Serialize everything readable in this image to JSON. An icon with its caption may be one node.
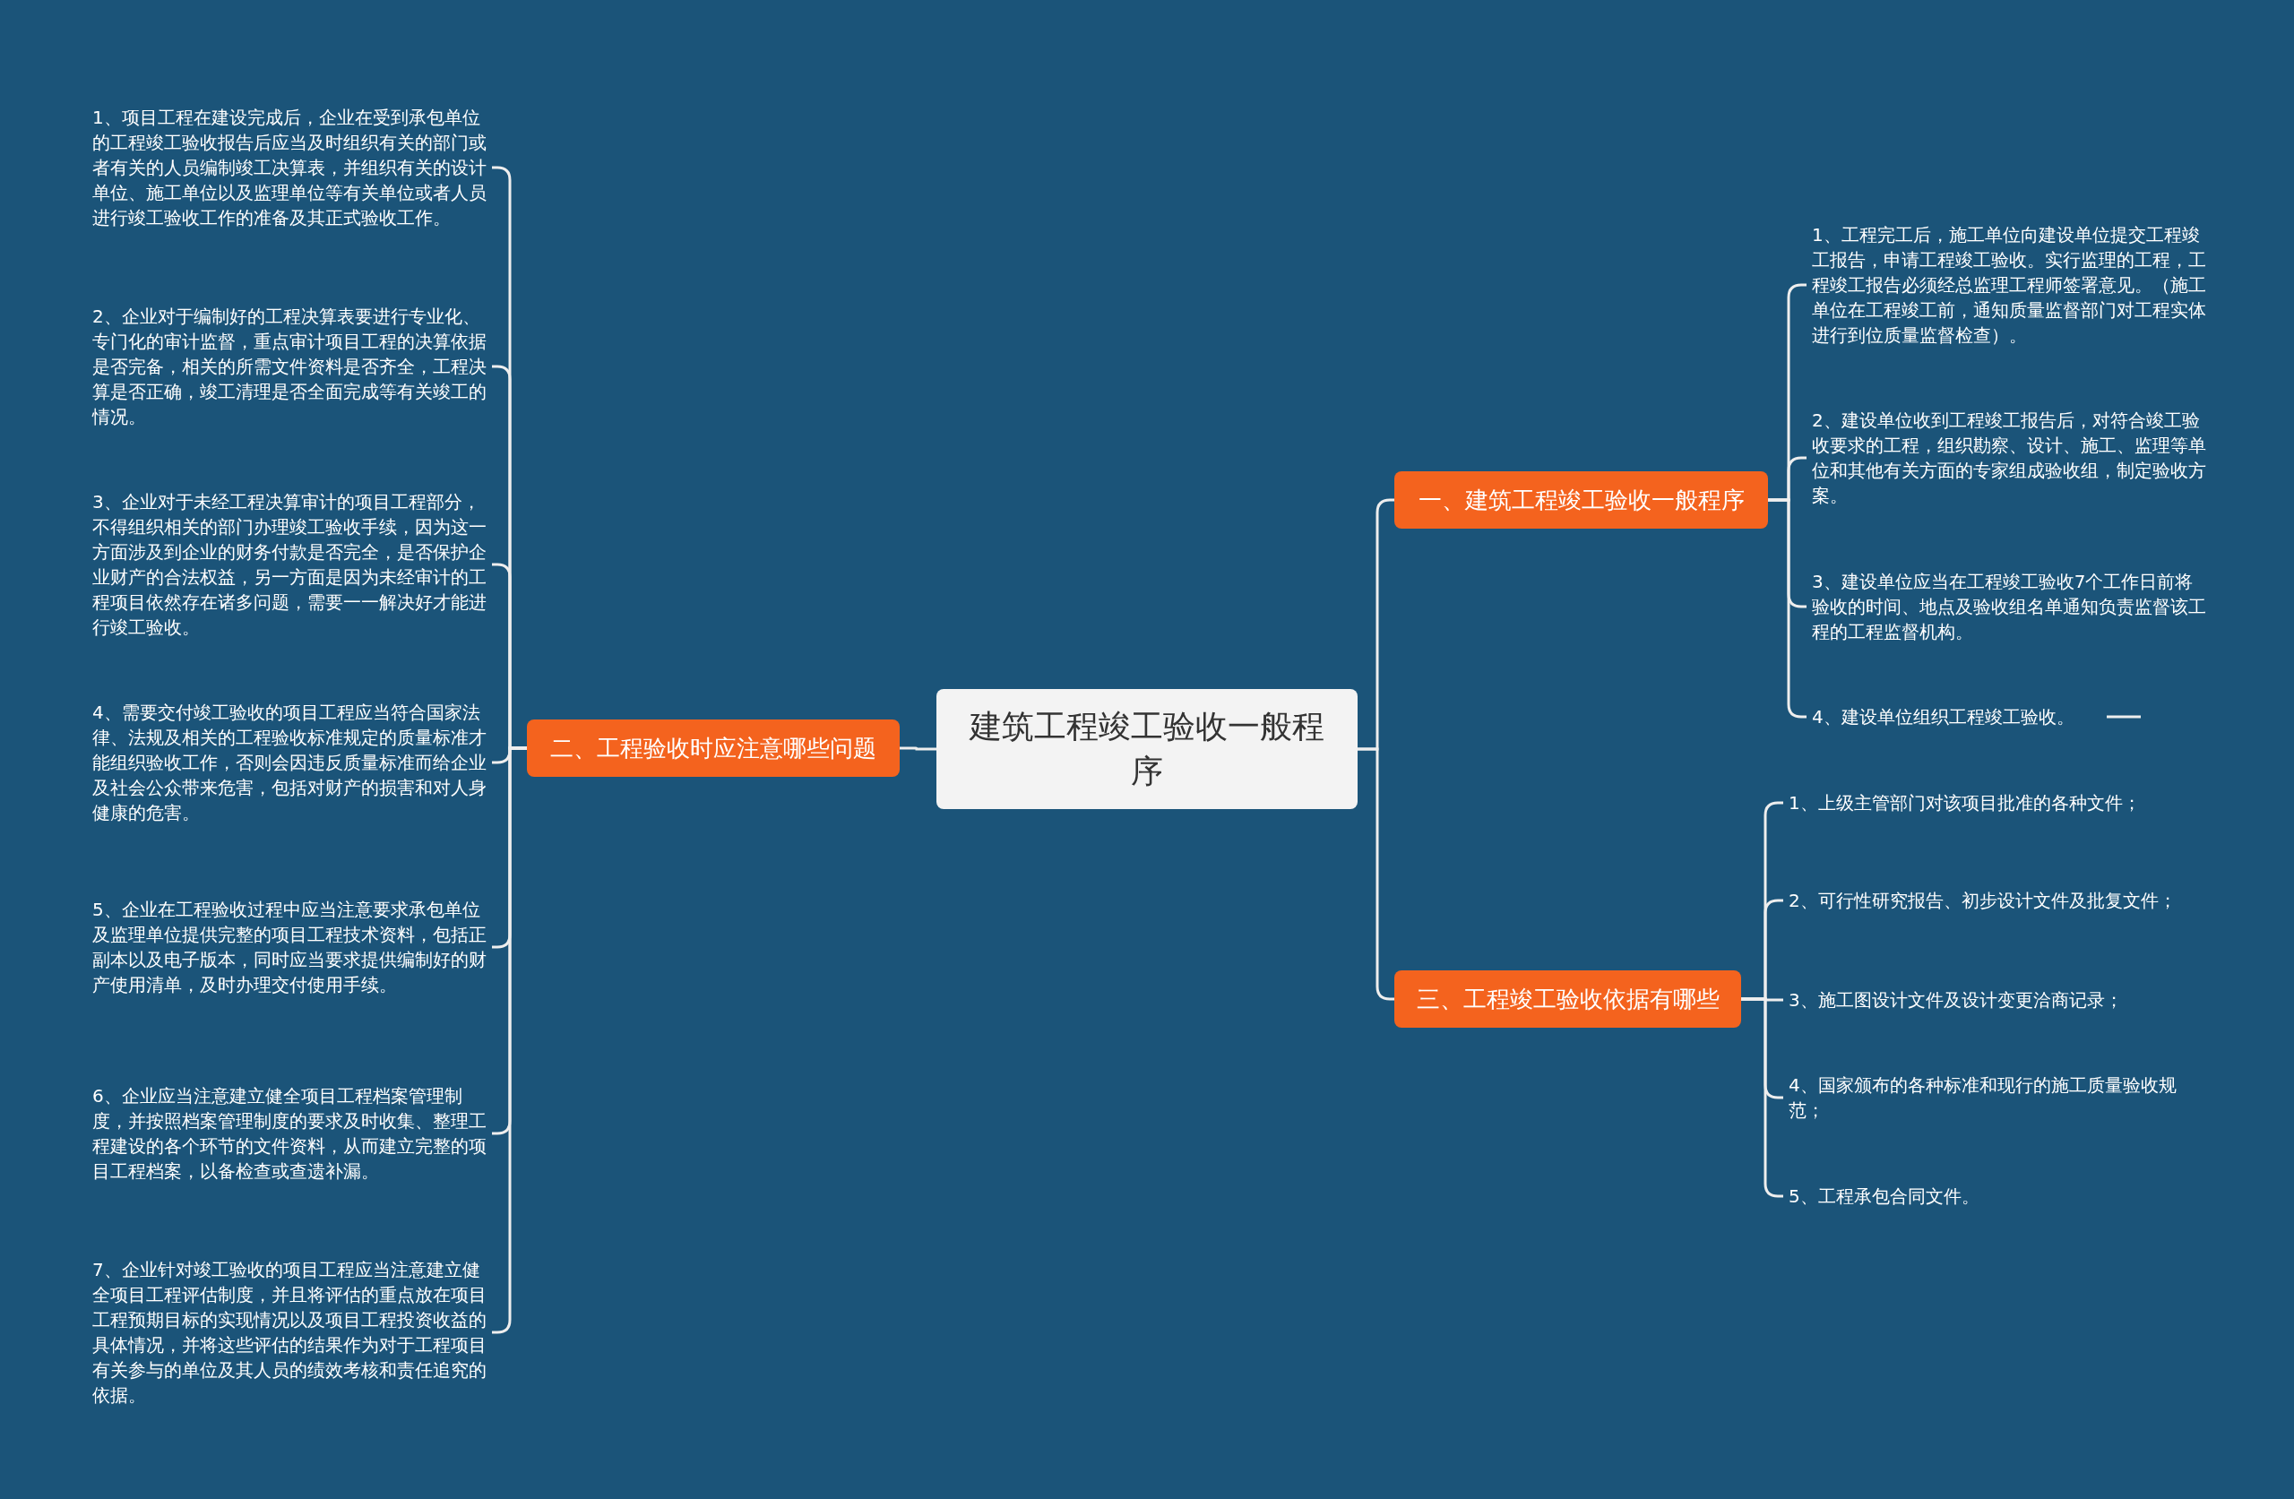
{
  "diagram": {
    "nodes": [
      {
        "text": [
          "建筑工程竣工验收一般程序"
        ]
      },
      {
        "text": [
          "一、建筑工程竣工验收一般程序"
        ]
      },
      {
        "text": [
          "1、工程完工后，施工单位向建设单位提交工程竣工报告，申请工程竣工验收。实行监理的工程，工程竣工报告必须经总监理工程师签署意见。（施工单位在工程竣工前，通知质量监督部门对工程实体进行到位质量监督检查）。"
        ]
      },
      {
        "text": [
          "2、建设单位收到工程竣工报告后，对符合竣工验收要求的工程，组织勘察、设计、施工、监理等单位和其他有关方面的专家组成验收组，制定验收方案。"
        ]
      },
      {
        "text": [
          "3、建设单位应当在工程竣工验收7个工作日前将验收的时间、地点及验收组名单通知负责监督该工程的工程监督机构。"
        ]
      },
      {
        "text": [
          "4、建设单位组织工程竣工验收。"
        ]
      },
      {
        "text": [
          "二、工程验收时应注意哪些问题"
        ]
      },
      {
        "text": [
          "1、项目工程在建设完成后，企业在受到承包单位的工程竣工验收报告后应当及时组织有关的部门或者有关的人员编制竣工决算表，并组织有关的设计单位、施工单位以及监理单位等有关单位或者人员进行竣工验收工作的准备及其正式验收工作。"
        ]
      },
      {
        "text": [
          "2、企业对于编制好的工程决算表要进行专业化、专门化的审计监督，重点审计项目工程的决算依据是否完备，相关的所需文件资料是否齐全，工程决算是否正确，竣工清理是否全面完成等有关竣工的情况。"
        ]
      },
      {
        "text": [
          "3、企业对于未经工程决算审计的项目工程部分，不得组织相关的部门办理竣工验收手续，因为这一方面涉及到企业的财务付款是否完全，是否保护企业财产的合法权益，另一方面是因为未经审计的工程项目依然存在诸多问题，需要一一解决好才能进行竣工验收。"
        ]
      },
      {
        "text": [
          "4、需要交付竣工验收的项目工程应当符合国家法律、法规及相关的工程验收标准规定的质量标准才能组织验收工作，否则会因违反质量标准而给企业及社会公众带来危害，包括对财产的损害和对人身健康的危害。"
        ]
      },
      {
        "text": [
          "5、企业在工程验收过程中应当注意要求承包单位及监理单位提供完整的项目工程技术资料，包括正副本以及电子版本，同时应当要求提供编制好的财产使用清单，及时办理交付使用手续。"
        ]
      },
      {
        "text": [
          "6、企业应当注意建立健全项目工程档案管理制度，并按照档案管理制度的要求及时收集、整理工程建设的各个环节的文件资料，从而建立完整的项目工程档案，以备检查或查遗补漏。"
        ]
      },
      {
        "text": [
          "7、企业针对竣工验收的项目工程应当注意建立健全项目工程评估制度，并且将评估的重点放在项目工程预期目标的实现情况以及项目工程投资收益的具体情况，并将这些评估的结果作为对于工程项目有关参与的单位及其人员的绩效考核和责任追究的依据。"
        ]
      },
      {
        "text": [
          "三、工程竣工验收依据有哪些"
        ]
      },
      {
        "text": [
          "1、上级主管部门对该项目批准的各种文件；"
        ]
      },
      {
        "text": [
          "2、可行性研究报告、初步设计文件及批复文件；"
        ]
      },
      {
        "text": [
          "3、施工图设计文件及设计变更洽商记录；"
        ]
      },
      {
        "text": [
          "4、国家颁布的各种标准和现行的施工质量验收规范；"
        ]
      },
      {
        "text": [
          "5、工程承包合同文件。"
        ]
      }
    ],
    "edges": [
      {
        "from": 0,
        "to": 1,
        "arrow": "none"
      },
      {
        "from": 1,
        "to": 2,
        "arrow": "none"
      },
      {
        "from": 1,
        "to": 3,
        "arrow": "none"
      },
      {
        "from": 1,
        "to": 4,
        "arrow": "none"
      },
      {
        "from": 1,
        "to": 5,
        "arrow": "none"
      },
      {
        "from": 0,
        "to": 6,
        "arrow": "none"
      },
      {
        "from": 6,
        "to": 7,
        "arrow": "none"
      },
      {
        "from": 6,
        "to": 8,
        "arrow": "none"
      },
      {
        "from": 6,
        "to": 9,
        "arrow": "none"
      },
      {
        "from": 6,
        "to": 10,
        "arrow": "none"
      },
      {
        "from": 6,
        "to": 11,
        "arrow": "none"
      },
      {
        "from": 6,
        "to": 12,
        "arrow": "none"
      },
      {
        "from": 6,
        "to": 13,
        "arrow": "none"
      },
      {
        "from": 0,
        "to": 14,
        "arrow": "none"
      },
      {
        "from": 14,
        "to": 15,
        "arrow": "none"
      },
      {
        "from": 14,
        "to": 16,
        "arrow": "none"
      },
      {
        "from": 14,
        "to": 17,
        "arrow": "none"
      },
      {
        "from": 14,
        "to": 18,
        "arrow": "none"
      },
      {
        "from": 14,
        "to": 19,
        "arrow": "none"
      }
    ]
  }
}
